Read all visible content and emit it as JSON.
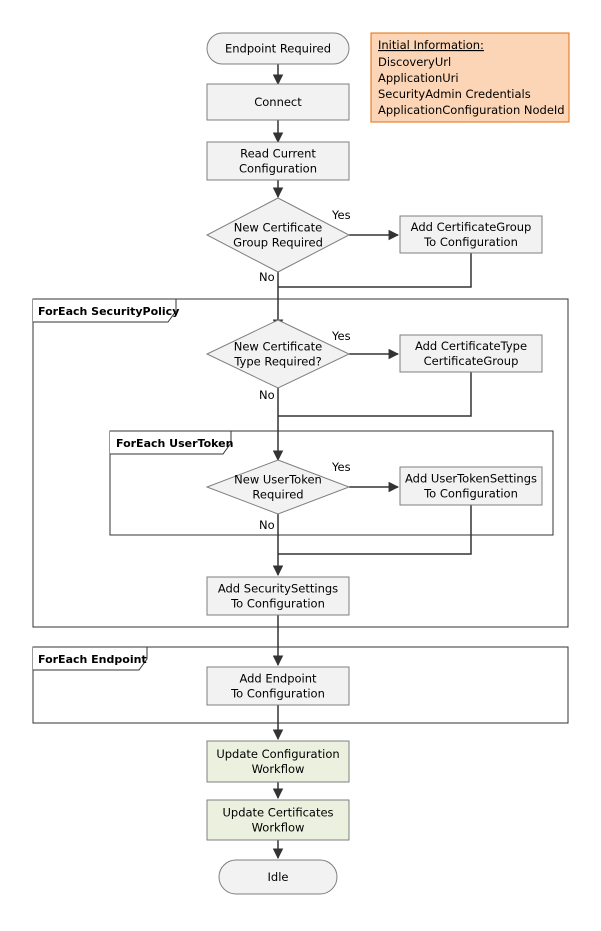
{
  "colors": {
    "box_fill": "#f2f2f2",
    "box_stroke": "#7f7f7f",
    "workflow_fill": "#ebf1de",
    "info_fill": "#fbd5b5",
    "info_stroke": "#e46c0a",
    "line": "#333333"
  },
  "info": {
    "title": "Initial Information:",
    "lines": [
      "DiscoveryUrl",
      "ApplicationUri",
      "SecurityAdmin Credentials",
      "ApplicationConfiguration NodeId"
    ]
  },
  "nodes": {
    "start": [
      "Endpoint Required"
    ],
    "connect": [
      "Connect"
    ],
    "read_config": [
      "Read Current",
      "Configuration"
    ],
    "dec_group": [
      "New Certificate",
      "Group Required"
    ],
    "add_group": [
      "Add CertificateGroup",
      "To Configuration"
    ],
    "dec_type": [
      "New Certificate",
      "Type Required?"
    ],
    "add_type": [
      "Add CertificateType",
      "CertificateGroup"
    ],
    "dec_token": [
      "New UserToken",
      "Required"
    ],
    "add_token": [
      "Add UserTokenSettings",
      "To Configuration"
    ],
    "add_security": [
      "Add SecuritySettings",
      "To Configuration"
    ],
    "add_endpoint": [
      "Add Endpoint",
      "To Configuration"
    ],
    "update_config": [
      "Update Configuration",
      "Workflow"
    ],
    "update_certs": [
      "Update Certificates",
      "Workflow"
    ],
    "end": [
      "Idle"
    ]
  },
  "labels": {
    "yes": "Yes",
    "no": "No"
  },
  "frames": {
    "security_policy": "ForEach SecurityPolicy",
    "user_token": "ForEach UserToken",
    "endpoint": "ForEach Endpoint"
  }
}
